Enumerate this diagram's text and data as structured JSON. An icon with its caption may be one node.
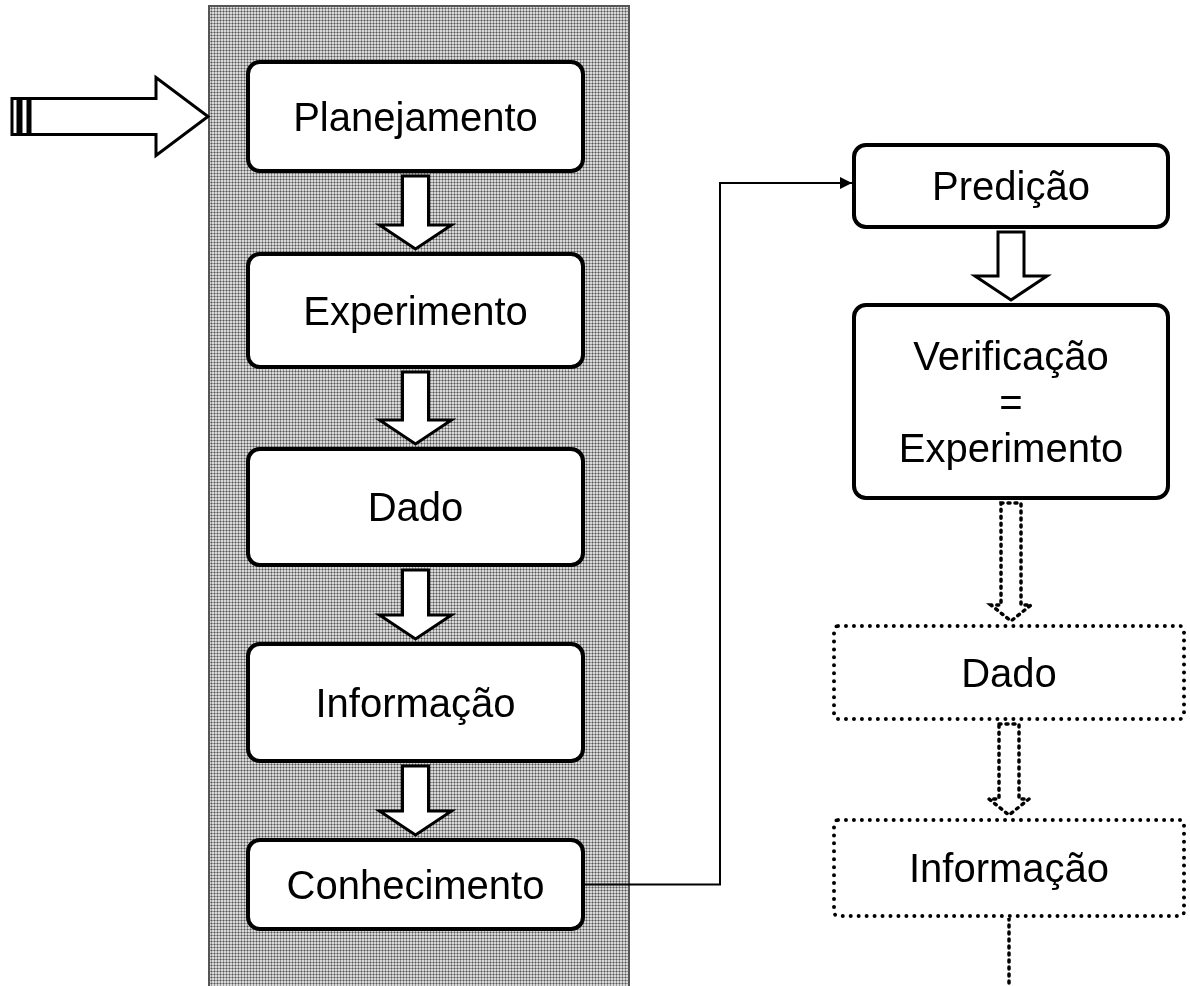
{
  "diagram": {
    "nodes": [
      {
        "text": [],
        "shape": "box"
      },
      {
        "text": [
          "Planejamento"
        ],
        "in": 0
      },
      {
        "text": [
          "Experimento"
        ],
        "in": 0
      },
      {
        "text": [
          "Dado"
        ],
        "in": 0
      },
      {
        "text": [
          "Informação"
        ],
        "in": 0
      },
      {
        "text": [
          "Conhecimento"
        ],
        "in": 0
      },
      {
        "text": [
          "Predição"
        ]
      },
      {
        "text": [
          "Verificação = Experimento"
        ]
      },
      {
        "text": [
          "Dado"
        ]
      },
      {
        "text": [
          "Informação"
        ]
      }
    ],
    "edges": [
      {
        "from": null,
        "to": 0,
        "arrow": "to",
        "style": "thick"
      },
      {
        "from": 1,
        "to": 2,
        "arrow": "to",
        "style": "thick"
      },
      {
        "from": 2,
        "to": 3,
        "arrow": "to",
        "style": "thick"
      },
      {
        "from": 3,
        "to": 4,
        "arrow": "to",
        "style": "thick"
      },
      {
        "from": 4,
        "to": 5,
        "arrow": "to",
        "style": "thick"
      },
      {
        "from": 5,
        "to": 6,
        "arrow": "to"
      },
      {
        "from": 6,
        "to": 7,
        "arrow": "to",
        "style": "thick"
      },
      {
        "from": 7,
        "to": 8,
        "arrow": "to",
        "style": "dashed"
      },
      {
        "from": 8,
        "to": 9,
        "arrow": "to",
        "style": "dashed"
      },
      {
        "from": 9,
        "to": null,
        "arrow": "none",
        "style": "dashed"
      }
    ]
  }
}
